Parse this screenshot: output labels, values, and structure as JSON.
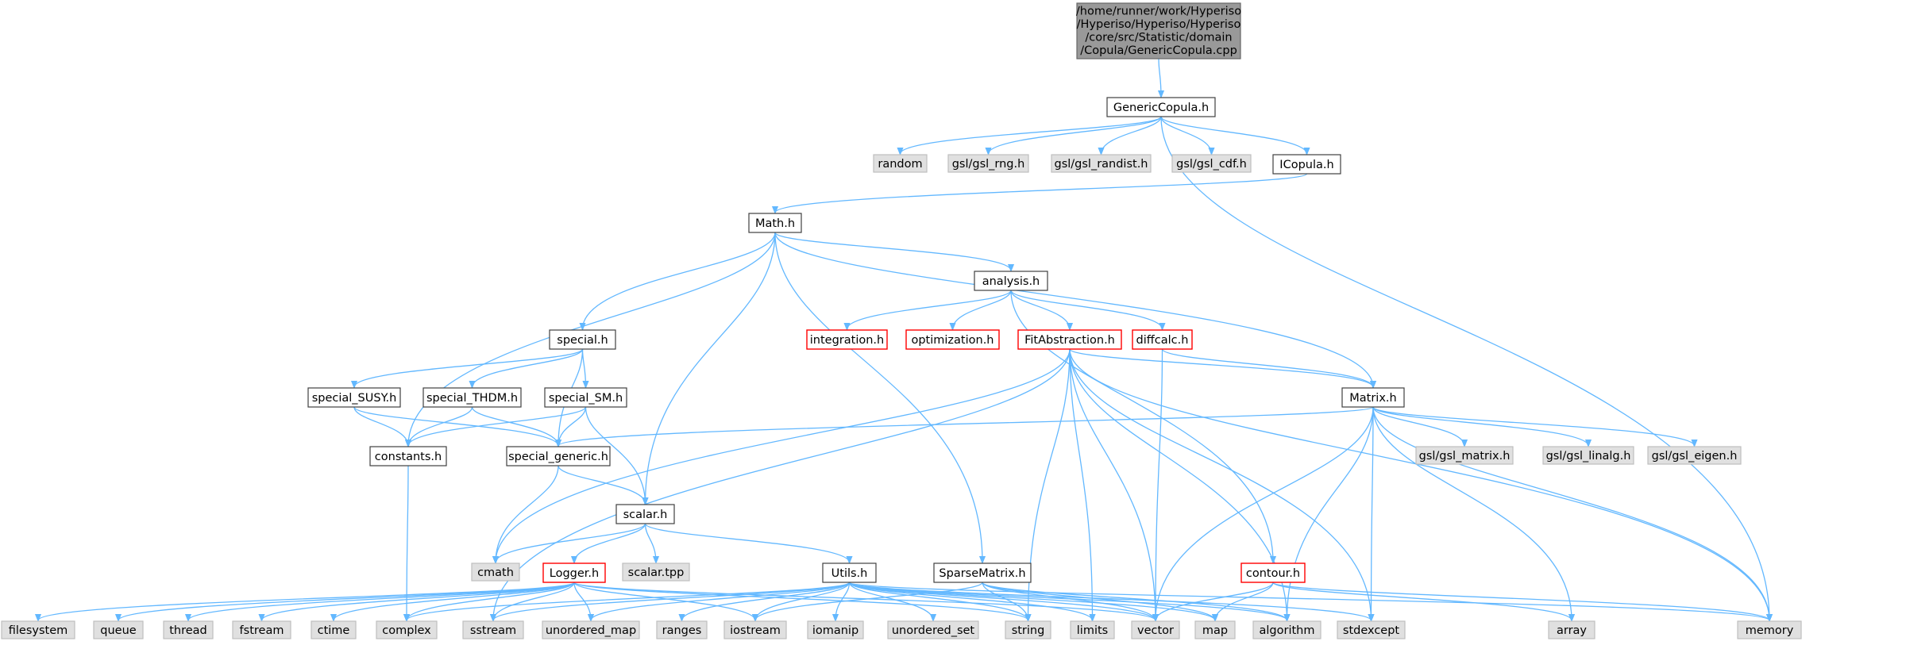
{
  "colors": {
    "edge": "#63b8ff",
    "root_fill": "#999999",
    "node_fill": "#ffffff",
    "node_border": "#404040",
    "external_fill": "#e0e0e0",
    "external_border": "#bfbfbf",
    "truncated_border": "#ff0000"
  },
  "nodes": {
    "root": {
      "lines": [
        "/home/runner/work/Hyperiso",
        "/Hyperiso/Hyperiso/Hyperiso",
        "/core/src/Statistic/domain",
        "/Copula/GenericCopula.cpp"
      ],
      "kind": "root"
    },
    "GenericCopula_h": {
      "label": "GenericCopula.h",
      "kind": "file"
    },
    "random": {
      "label": "random",
      "kind": "external"
    },
    "gsl_rng": {
      "label": "gsl/gsl_rng.h",
      "kind": "external"
    },
    "gsl_randist": {
      "label": "gsl/gsl_randist.h",
      "kind": "external"
    },
    "gsl_cdf": {
      "label": "gsl/gsl_cdf.h",
      "kind": "external"
    },
    "ICopula_h": {
      "label": "ICopula.h",
      "kind": "file"
    },
    "Math_h": {
      "label": "Math.h",
      "kind": "file"
    },
    "analysis_h": {
      "label": "analysis.h",
      "kind": "file"
    },
    "special_h": {
      "label": "special.h",
      "kind": "file"
    },
    "integration_h": {
      "label": "integration.h",
      "kind": "truncated"
    },
    "optimization_h": {
      "label": "optimization.h",
      "kind": "truncated"
    },
    "FitAbstraction_h": {
      "label": "FitAbstraction.h",
      "kind": "truncated"
    },
    "diffcalc_h": {
      "label": "diffcalc.h",
      "kind": "truncated"
    },
    "special_SUSY_h": {
      "label": "special_SUSY.h",
      "kind": "file"
    },
    "special_THDM_h": {
      "label": "special_THDM.h",
      "kind": "file"
    },
    "special_SM_h": {
      "label": "special_SM.h",
      "kind": "file"
    },
    "Matrix_h": {
      "label": "Matrix.h",
      "kind": "file"
    },
    "constants_h": {
      "label": "constants.h",
      "kind": "file"
    },
    "special_generic_h": {
      "label": "special_generic.h",
      "kind": "file"
    },
    "gsl_matrix": {
      "label": "gsl/gsl_matrix.h",
      "kind": "external"
    },
    "gsl_linalg": {
      "label": "gsl/gsl_linalg.h",
      "kind": "external"
    },
    "gsl_eigen": {
      "label": "gsl/gsl_eigen.h",
      "kind": "external"
    },
    "scalar_h": {
      "label": "scalar.h",
      "kind": "file"
    },
    "cmath": {
      "label": "cmath",
      "kind": "external"
    },
    "Logger_h": {
      "label": "Logger.h",
      "kind": "truncated"
    },
    "scalar_tpp": {
      "label": "scalar.tpp",
      "kind": "external"
    },
    "Utils_h": {
      "label": "Utils.h",
      "kind": "file"
    },
    "SparseMatrix_h": {
      "label": "SparseMatrix.h",
      "kind": "file"
    },
    "contour_h": {
      "label": "contour.h",
      "kind": "truncated"
    },
    "filesystem": {
      "label": "filesystem",
      "kind": "external"
    },
    "queue": {
      "label": "queue",
      "kind": "external"
    },
    "thread": {
      "label": "thread",
      "kind": "external"
    },
    "fstream": {
      "label": "fstream",
      "kind": "external"
    },
    "ctime": {
      "label": "ctime",
      "kind": "external"
    },
    "complex": {
      "label": "complex",
      "kind": "external"
    },
    "sstream": {
      "label": "sstream",
      "kind": "external"
    },
    "unordered_map": {
      "label": "unordered_map",
      "kind": "external"
    },
    "ranges": {
      "label": "ranges",
      "kind": "external"
    },
    "iostream": {
      "label": "iostream",
      "kind": "external"
    },
    "iomanip": {
      "label": "iomanip",
      "kind": "external"
    },
    "unordered_set": {
      "label": "unordered_set",
      "kind": "external"
    },
    "string": {
      "label": "string",
      "kind": "external"
    },
    "limits": {
      "label": "limits",
      "kind": "external"
    },
    "vector": {
      "label": "vector",
      "kind": "external"
    },
    "map": {
      "label": "map",
      "kind": "external"
    },
    "algorithm": {
      "label": "algorithm",
      "kind": "external"
    },
    "stdexcept": {
      "label": "stdexcept",
      "kind": "external"
    },
    "array": {
      "label": "array",
      "kind": "external"
    },
    "memory": {
      "label": "memory",
      "kind": "external"
    }
  },
  "edges": [
    [
      "root",
      "GenericCopula_h"
    ],
    [
      "GenericCopula_h",
      "random"
    ],
    [
      "GenericCopula_h",
      "gsl_rng"
    ],
    [
      "GenericCopula_h",
      "gsl_randist"
    ],
    [
      "GenericCopula_h",
      "gsl_cdf"
    ],
    [
      "GenericCopula_h",
      "ICopula_h"
    ],
    [
      "GenericCopula_h",
      "memory"
    ],
    [
      "ICopula_h",
      "Math_h"
    ],
    [
      "Math_h",
      "analysis_h"
    ],
    [
      "Math_h",
      "special_h"
    ],
    [
      "Math_h",
      "constants_h"
    ],
    [
      "Math_h",
      "scalar_h"
    ],
    [
      "Math_h",
      "Matrix_h"
    ],
    [
      "Math_h",
      "SparseMatrix_h"
    ],
    [
      "analysis_h",
      "integration_h"
    ],
    [
      "analysis_h",
      "optimization_h"
    ],
    [
      "analysis_h",
      "FitAbstraction_h"
    ],
    [
      "analysis_h",
      "diffcalc_h"
    ],
    [
      "analysis_h",
      "contour_h"
    ],
    [
      "special_h",
      "special_SUSY_h"
    ],
    [
      "special_h",
      "special_THDM_h"
    ],
    [
      "special_h",
      "special_SM_h"
    ],
    [
      "special_h",
      "special_generic_h"
    ],
    [
      "special_SUSY_h",
      "constants_h"
    ],
    [
      "special_SUSY_h",
      "special_generic_h"
    ],
    [
      "special_THDM_h",
      "constants_h"
    ],
    [
      "special_THDM_h",
      "special_generic_h"
    ],
    [
      "special_SM_h",
      "constants_h"
    ],
    [
      "special_SM_h",
      "special_generic_h"
    ],
    [
      "special_SM_h",
      "scalar_h"
    ],
    [
      "constants_h",
      "complex"
    ],
    [
      "special_generic_h",
      "cmath"
    ],
    [
      "special_generic_h",
      "scalar_h"
    ],
    [
      "FitAbstraction_h",
      "Matrix_h"
    ],
    [
      "FitAbstraction_h",
      "cmath"
    ],
    [
      "FitAbstraction_h",
      "sstream"
    ],
    [
      "FitAbstraction_h",
      "string"
    ],
    [
      "FitAbstraction_h",
      "limits"
    ],
    [
      "FitAbstraction_h",
      "vector"
    ],
    [
      "FitAbstraction_h",
      "algorithm"
    ],
    [
      "FitAbstraction_h",
      "stdexcept"
    ],
    [
      "FitAbstraction_h",
      "memory"
    ],
    [
      "diffcalc_h",
      "Matrix_h"
    ],
    [
      "diffcalc_h",
      "vector"
    ],
    [
      "Matrix_h",
      "special_generic_h"
    ],
    [
      "Matrix_h",
      "gsl_matrix"
    ],
    [
      "Matrix_h",
      "gsl_linalg"
    ],
    [
      "Matrix_h",
      "gsl_eigen"
    ],
    [
      "Matrix_h",
      "vector"
    ],
    [
      "Matrix_h",
      "algorithm"
    ],
    [
      "Matrix_h",
      "stdexcept"
    ],
    [
      "Matrix_h",
      "array"
    ],
    [
      "Matrix_h",
      "memory"
    ],
    [
      "scalar_h",
      "cmath"
    ],
    [
      "scalar_h",
      "Logger_h"
    ],
    [
      "scalar_h",
      "scalar_tpp"
    ],
    [
      "scalar_h",
      "Utils_h"
    ],
    [
      "Logger_h",
      "filesystem"
    ],
    [
      "Logger_h",
      "queue"
    ],
    [
      "Logger_h",
      "thread"
    ],
    [
      "Logger_h",
      "fstream"
    ],
    [
      "Logger_h",
      "ctime"
    ],
    [
      "Logger_h",
      "complex"
    ],
    [
      "Logger_h",
      "sstream"
    ],
    [
      "Logger_h",
      "unordered_map"
    ],
    [
      "Logger_h",
      "iostream"
    ],
    [
      "Logger_h",
      "string"
    ],
    [
      "Logger_h",
      "vector"
    ],
    [
      "Utils_h",
      "complex"
    ],
    [
      "Utils_h",
      "sstream"
    ],
    [
      "Utils_h",
      "unordered_map"
    ],
    [
      "Utils_h",
      "ranges"
    ],
    [
      "Utils_h",
      "iostream"
    ],
    [
      "Utils_h",
      "iomanip"
    ],
    [
      "Utils_h",
      "unordered_set"
    ],
    [
      "Utils_h",
      "string"
    ],
    [
      "Utils_h",
      "limits"
    ],
    [
      "Utils_h",
      "vector"
    ],
    [
      "Utils_h",
      "map"
    ],
    [
      "Utils_h",
      "algorithm"
    ],
    [
      "Utils_h",
      "stdexcept"
    ],
    [
      "Utils_h",
      "memory"
    ],
    [
      "SparseMatrix_h",
      "iostream"
    ],
    [
      "SparseMatrix_h",
      "string"
    ],
    [
      "SparseMatrix_h",
      "vector"
    ],
    [
      "SparseMatrix_h",
      "map"
    ],
    [
      "SparseMatrix_h",
      "algorithm"
    ],
    [
      "contour_h",
      "vector"
    ],
    [
      "contour_h",
      "map"
    ],
    [
      "contour_h",
      "array"
    ],
    [
      "contour_h",
      "memory"
    ]
  ]
}
